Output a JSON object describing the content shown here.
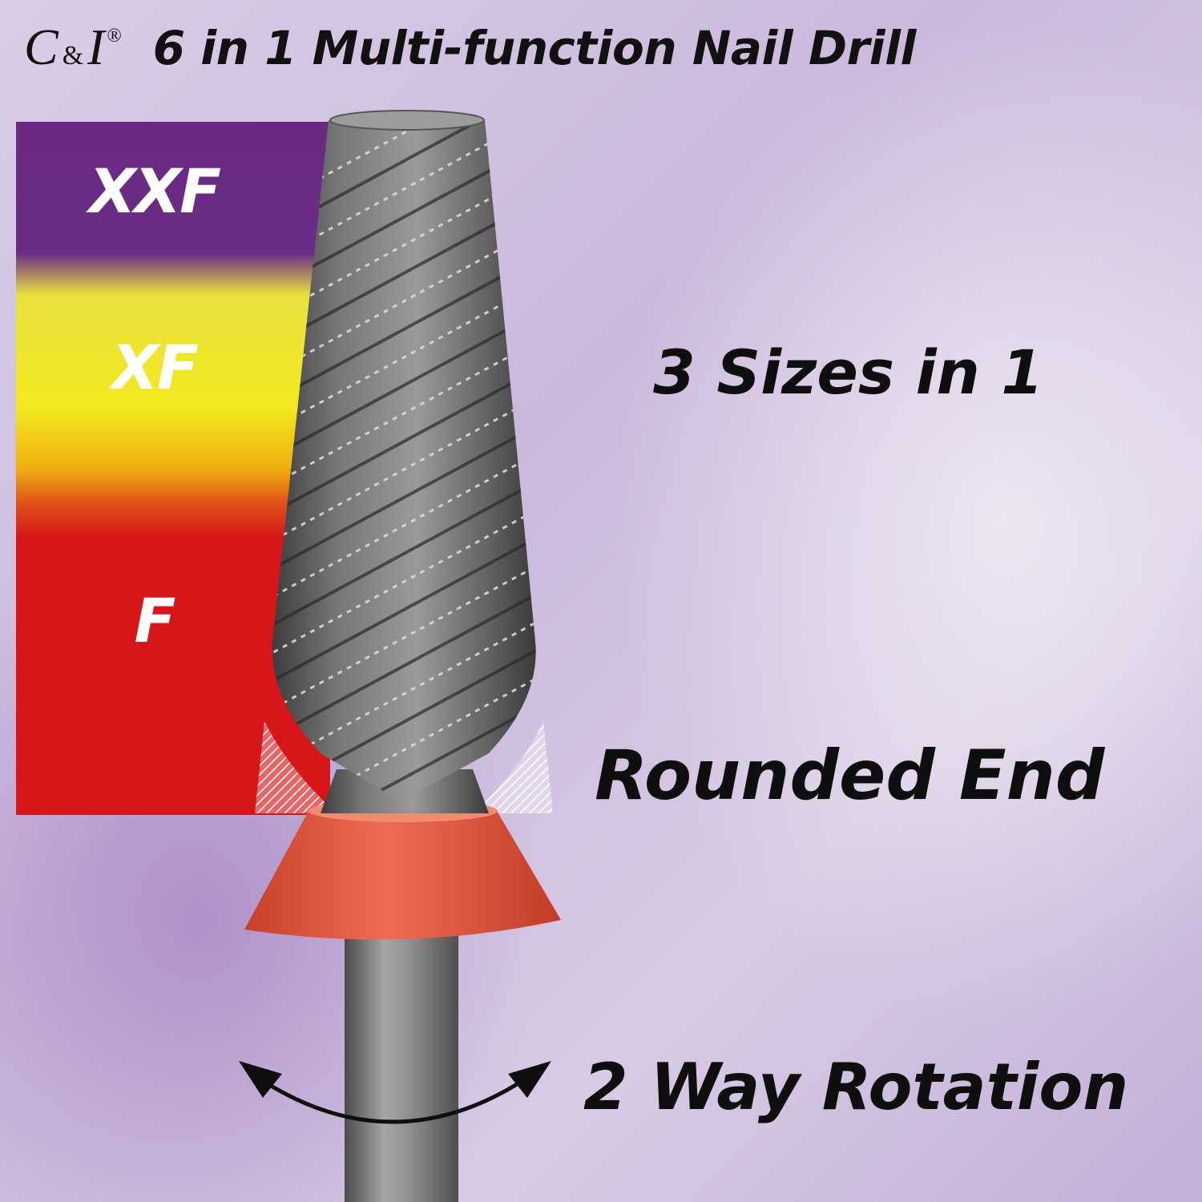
{
  "brand": {
    "mark_c": "C",
    "mark_amp": "&",
    "mark_i": "I",
    "registered": "®"
  },
  "title": "6 in 1 Multi-function Nail Drill",
  "grit_levels": [
    {
      "label": "XXF",
      "color": "#6b2c86"
    },
    {
      "label": "XF",
      "color": "#f3ea1e"
    },
    {
      "label": "F",
      "color": "#d7161a"
    }
  ],
  "callouts": {
    "sizes": "3 Sizes in 1",
    "end": "Rounded End",
    "rotation": "2 Way Rotation"
  },
  "colors": {
    "background": "#d4c6e2",
    "collar": "#e5553e",
    "metal": "#8a8a8a"
  },
  "icons": {
    "rotation": "double-arrow-curve-icon"
  }
}
